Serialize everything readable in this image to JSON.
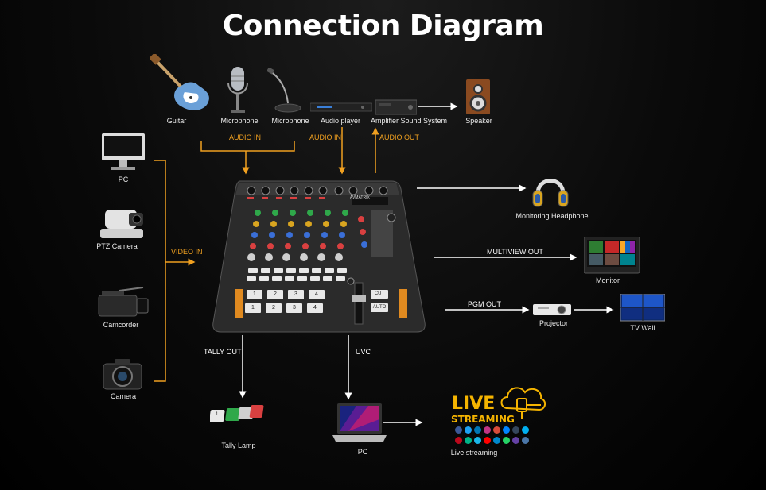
{
  "title": "Connection Diagram",
  "labels": {
    "guitar": "Guitar",
    "microphone1": "Microphone",
    "microphone2": "Microphone",
    "audio_player": "Audio player",
    "amplifier": "Amplifier Sound System",
    "speaker": "Speaker",
    "pc_left": "PC",
    "ptz_camera": "PTZ Camera",
    "camcorder": "Camcorder",
    "camera": "Camera",
    "monitoring_headphone": "Monitoring Headphone",
    "monitor": "Monitor",
    "projector": "Projector",
    "tv_wall": "TV Wall",
    "tally_lamp": "Tally Lamp",
    "pc_bottom": "PC",
    "live_streaming": "Live streaming"
  },
  "connections": {
    "audio_in_1": "AUDIO IN",
    "audio_in_2": "AUDIO IN",
    "audio_out": "AUDIO OUT",
    "video_in": "VIDEO IN",
    "multiview_out": "MULTIVIEW OUT",
    "pgm_out": "PGM OUT",
    "tally_out": "TALLY OUT",
    "uvc": "UVC"
  },
  "mixer": {
    "brand": "AVMATRIX",
    "cut": "CUT",
    "auto": "AUTO",
    "bus_keys": [
      "1",
      "2",
      "3",
      "4"
    ]
  },
  "tally_lamp_number": "1",
  "live_logo": {
    "line1": "LIVE",
    "line2": "STREAMING"
  },
  "colors": {
    "accent": "#f0a020",
    "background": "#000000",
    "live_logo": "#f5b400"
  },
  "social_icons": [
    "facebook-icon",
    "twitter-icon",
    "linkedin-icon",
    "instagram-icon",
    "periscope-icon",
    "messenger-icon",
    "tumblr-icon",
    "skype-icon",
    "pinterest-icon",
    "vine-icon",
    "vimeo-icon",
    "youtube-icon",
    "telegram-icon",
    "whatsapp-icon",
    "twitch-icon",
    "vk-icon"
  ]
}
